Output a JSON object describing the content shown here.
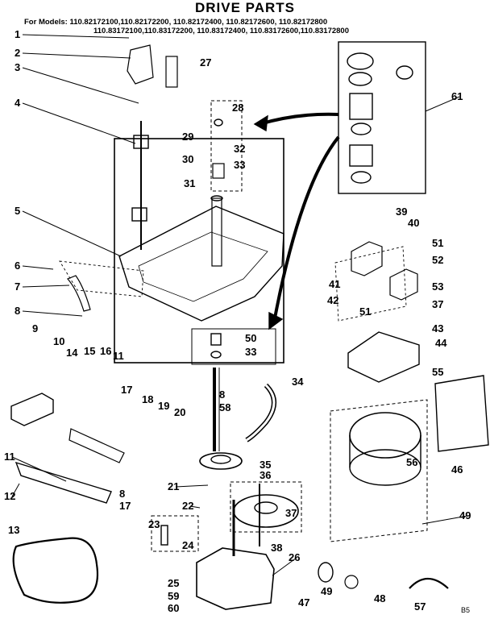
{
  "header": {
    "title": "DRIVE PARTS",
    "models_line1": "For Models: 110.82172100,110.82172200, 110.82172400, 110.82172600, 110.82172800",
    "models_line2": "110.83172100,110.83172200, 110.83172400, 110.83172600,110.83172800"
  },
  "callouts": [
    "1",
    "2",
    "3",
    "4",
    "5",
    "6",
    "7",
    "8",
    "9",
    "10",
    "14",
    "15",
    "16",
    "11",
    "17",
    "18",
    "11",
    "12",
    "8",
    "17",
    "13",
    "19",
    "20",
    "21",
    "22",
    "23",
    "24",
    "25",
    "59",
    "60",
    "26",
    "27",
    "28",
    "29",
    "30",
    "31",
    "32",
    "33",
    "50",
    "33",
    "34",
    "8",
    "58",
    "35",
    "36",
    "37",
    "38",
    "47",
    "49",
    "48",
    "57",
    "61",
    "39",
    "40",
    "51",
    "41",
    "42",
    "51",
    "52",
    "53",
    "37",
    "43",
    "44",
    "55",
    "56",
    "46",
    "49"
  ],
  "footer_code": "B5"
}
